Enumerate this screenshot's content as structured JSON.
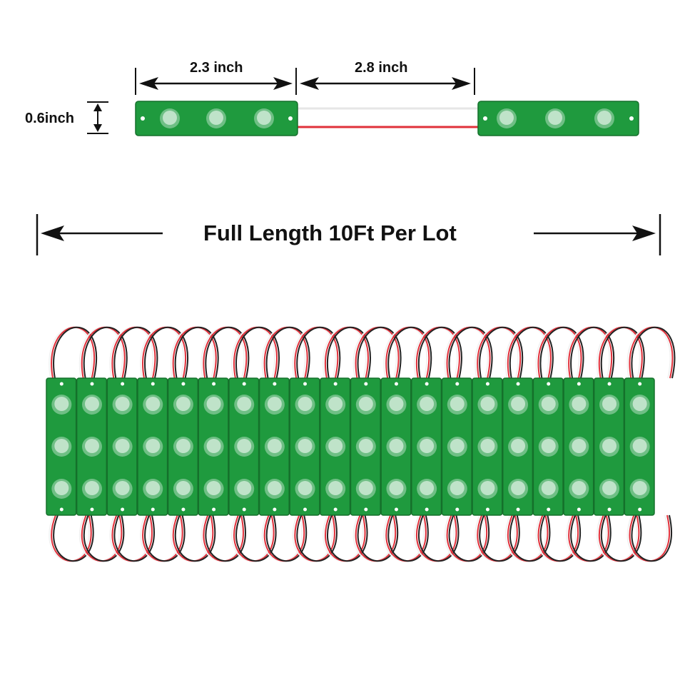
{
  "labels": {
    "module_length": "2.3 inch",
    "wire_spacing": "2.8 inch",
    "module_height": "0.6inch",
    "full_length": "Full Length 10Ft Per Lot"
  },
  "colors": {
    "module_green": "#1f9a3e",
    "module_dark": "#15702b",
    "lens": "#bfe3c9",
    "wire_white": "#f2f2f2",
    "wire_red": "#e0303a",
    "wire_black": "#222222",
    "arrow": "#111111"
  },
  "module": {
    "leds_per_module": 3
  },
  "lot": {
    "modules_visible": 20
  }
}
